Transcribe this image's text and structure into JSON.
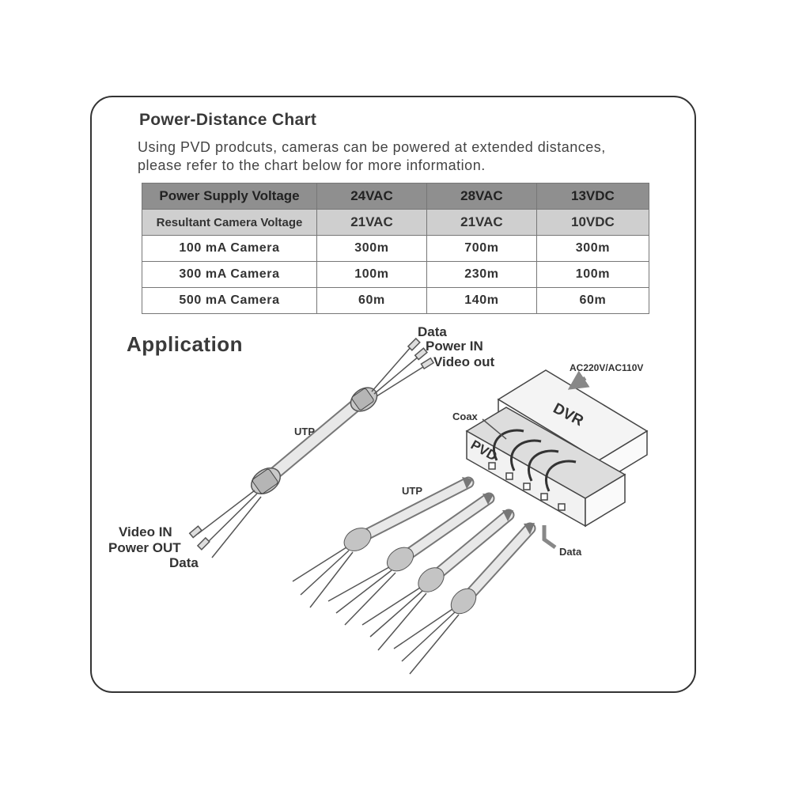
{
  "heading": "Power-Distance Chart",
  "description": [
    "Using  PVD prodcuts, cameras can be powered at extended distances,",
    "please refer to the chart below for more information."
  ],
  "table": {
    "header": [
      "Power Supply Voltage",
      "24VAC",
      "28VAC",
      "13VDC"
    ],
    "subheader": [
      "Resultant Camera Voltage",
      "21VAC",
      "21VAC",
      "10VDC"
    ],
    "rows": [
      [
        "100 mA  Camera",
        "300m",
        "700m",
        "300m"
      ],
      [
        "300 mA  Camera",
        "100m",
        "230m",
        "100m"
      ],
      [
        "500 mA  Camera",
        "60m",
        "140m",
        "60m"
      ]
    ]
  },
  "application": {
    "title": "Application",
    "labels": {
      "data_top": "Data",
      "power_in": "Power IN",
      "video_out": "Video out",
      "utp_left": "UTP",
      "video_in": "Video IN",
      "power_out": "Power OUT",
      "data_bottom": "Data",
      "ac": "AC220V/AC110V",
      "dvr": "DVR",
      "coax": "Coax",
      "pvd": "PVD",
      "utp_right": "UTP",
      "data_right": "Data"
    }
  }
}
